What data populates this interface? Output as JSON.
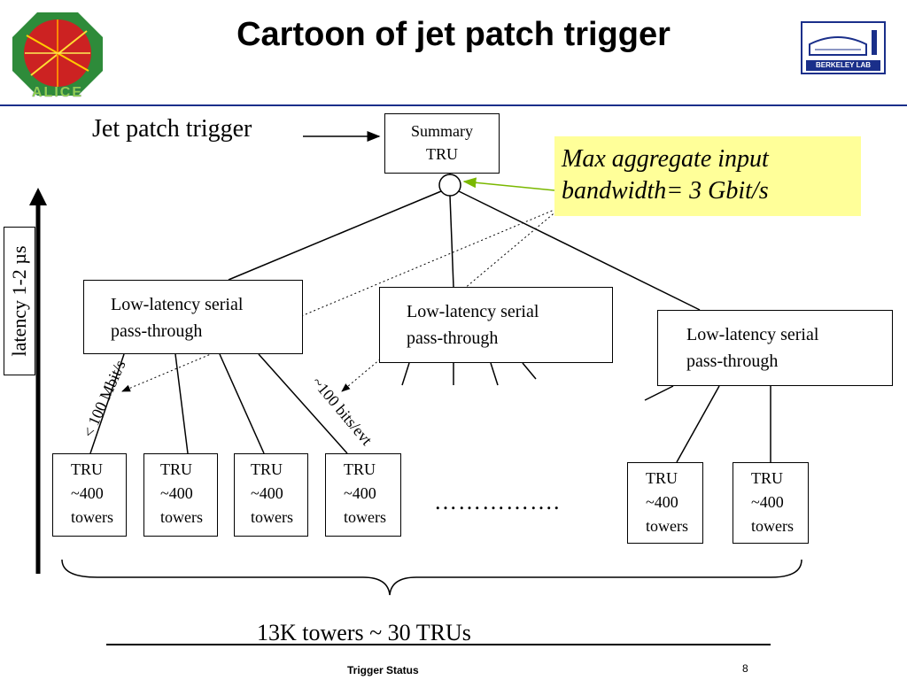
{
  "title": "Cartoon of jet patch trigger",
  "logos": {
    "left_text": "ALICE",
    "right_text": "BERKELEY LAB"
  },
  "jet_patch_label": "Jet patch trigger",
  "summary_tru": {
    "line1": "Summary",
    "line2": "TRU"
  },
  "bandwidth_note": {
    "line1": "Max aggregate input",
    "line2": "bandwidth= 3 Gbit/s",
    "bg_color": "#ffff99"
  },
  "passthrough": [
    {
      "line1": "Low-latency serial",
      "line2": "pass-through"
    },
    {
      "line1": "Low-latency serial",
      "line2": "pass-through"
    },
    {
      "line1": "Low-latency serial",
      "line2": "pass-through"
    }
  ],
  "trus": [
    {
      "line1": "TRU",
      "line2": "~400",
      "line3": "towers"
    },
    {
      "line1": "TRU",
      "line2": "~400",
      "line3": "towers"
    },
    {
      "line1": "TRU",
      "line2": "~400",
      "line3": "towers"
    },
    {
      "line1": "TRU",
      "line2": "~400",
      "line3": "towers"
    },
    {
      "line1": "TRU",
      "line2": "~400",
      "line3": "towers"
    },
    {
      "line1": "TRU",
      "line2": "~400",
      "line3": "towers"
    }
  ],
  "ellipsis": "…………….",
  "latency_label": "latency 1-2 µs",
  "rate_label_1": "< 100 Mbit/s",
  "rate_label_2": "~100 bits/evt",
  "summary_line": "13K towers ~ 30 TRUs",
  "footer": {
    "left": "Trigger Status",
    "page": "8"
  }
}
